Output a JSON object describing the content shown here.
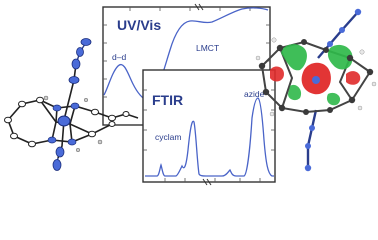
{
  "uvvis": {
    "title": "UV/Vis",
    "band_dd": "d–d",
    "band_lmct": "LMCT"
  },
  "ftir": {
    "title": "FTIR",
    "band_cyclam": "cyclam",
    "band_azide": "azide"
  },
  "colors": {
    "panel_border": "#333333",
    "spectrum_line": "#4a64c8",
    "label_text": "#2a3d8c",
    "atom_metal": "#4a6bd8",
    "atom_carbon": "#2b2b2b",
    "orbital_green": "#2fb84a",
    "orbital_red": "#e02a2a"
  },
  "icons": {
    "left_molecule": "ortep-ellipsoid-molecule",
    "right_molecule": "molecular-orbital-ball-and-stick"
  }
}
